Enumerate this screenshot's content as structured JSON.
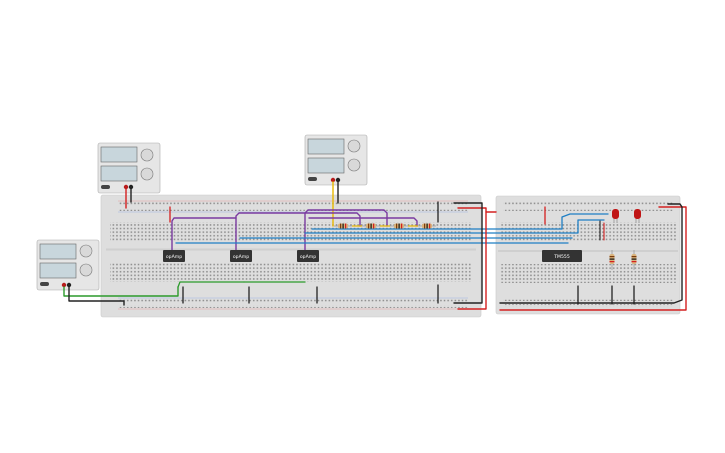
{
  "opamps": [
    {
      "label": "opAmp"
    },
    {
      "label": "opAmp"
    },
    {
      "label": "opAmp"
    }
  ],
  "timer": {
    "label": "TM555"
  },
  "colors": {
    "background": "#ffffff",
    "breadboard": "#dedede",
    "wire_red": "#d42020",
    "wire_black": "#222222",
    "wire_purple": "#7a3aa0",
    "wire_blue": "#1f7fc4",
    "wire_green": "#2c9a2c",
    "wire_yellow": "#e8b800",
    "chip": "#333333",
    "led": "#c01515"
  }
}
